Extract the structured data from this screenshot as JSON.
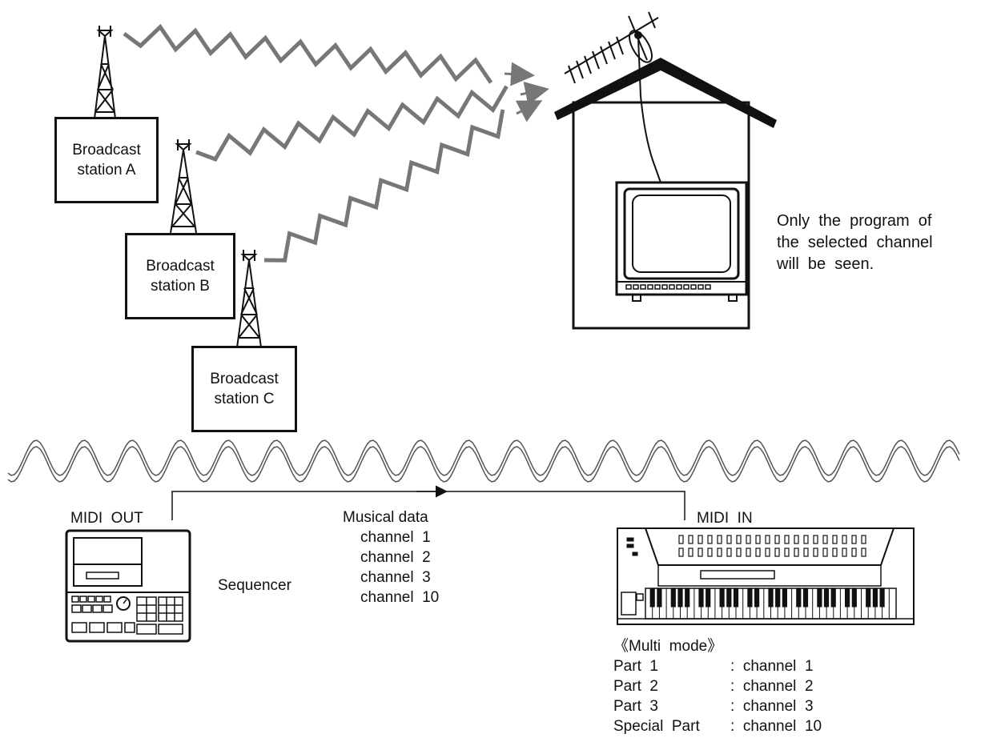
{
  "stations": [
    {
      "line1": "Broadcast",
      "line2": "station  A"
    },
    {
      "line1": "Broadcast",
      "line2": "station  B"
    },
    {
      "line1": "Broadcast",
      "line2": "station  C"
    }
  ],
  "tv_caption": [
    "Only  the  program  of",
    "the  selected  channel",
    "will  be  seen."
  ],
  "midi_out_label": "MIDI  OUT",
  "midi_in_label": "MIDI  IN",
  "sequencer_label": "Sequencer",
  "musical_data": {
    "title": "Musical data",
    "channels": [
      "channel  1",
      "channel  2",
      "channel  3",
      "channel  10"
    ]
  },
  "multi_mode": {
    "title": "《Multi  mode》",
    "parts": [
      {
        "part": "Part  1",
        "channel": ":  channel  1"
      },
      {
        "part": "Part  2",
        "channel": ":  channel  2"
      },
      {
        "part": "Part  3",
        "channel": ":  channel  3"
      },
      {
        "part": "Special  Part",
        "channel": ":  channel  10"
      }
    ]
  }
}
